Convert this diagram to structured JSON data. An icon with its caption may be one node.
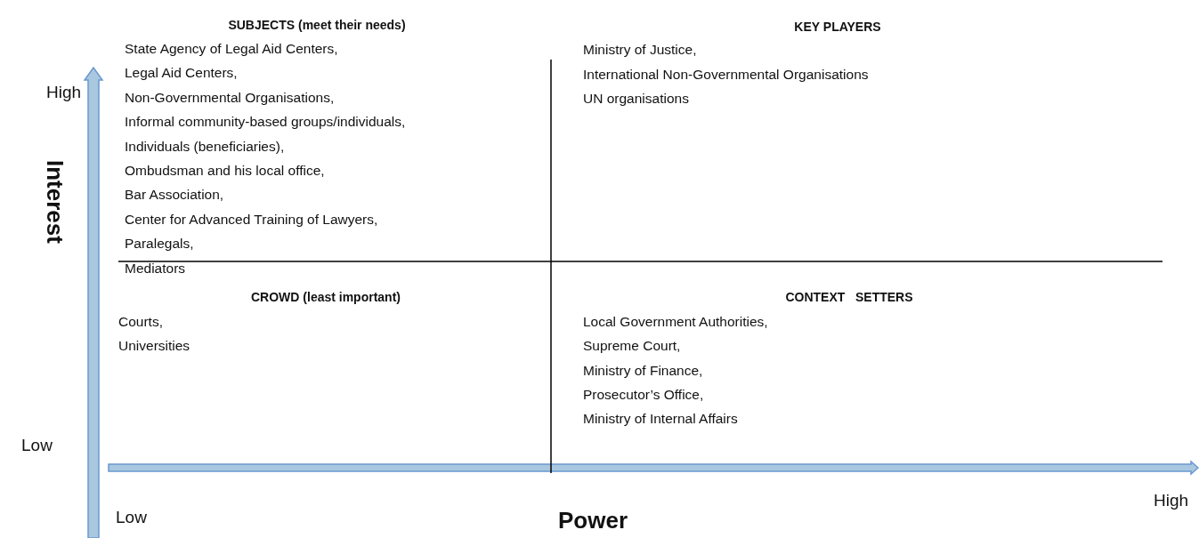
{
  "diagram": {
    "nodes": [
      {
        "text": [
          "SUBJECTS (meet their needs)",
          "State Agency of Legal Aid Centers,",
          "Legal Aid Centers,",
          "Non-Governmental Organisations,",
          "Informal community-based groups/individuals,",
          "Individuals (beneficiaries),",
          "Ombudsman and his local office,",
          "Bar Association,",
          "Center for Advanced Training of Lawyers,",
          "Paralegals,",
          "Mediators"
        ]
      },
      {
        "text": [
          "KEY PLAYERS",
          "Ministry of Justice,",
          "International Non-Governmental Organisations",
          "UN organisations"
        ]
      },
      {
        "text": [
          "CROWD (least important)",
          "Courts,",
          "Universities"
        ]
      },
      {
        "text": [
          "CONTEXT   SETTERS",
          "Local Government Authorities,",
          "Supreme Court,",
          "Ministry of Finance,",
          "Prosecutor’s Office,",
          "Ministry of Internal Affairs"
        ]
      }
    ],
    "labels": [
      "High",
      "Interest",
      "Low",
      "High",
      "Low",
      "Power"
    ]
  }
}
